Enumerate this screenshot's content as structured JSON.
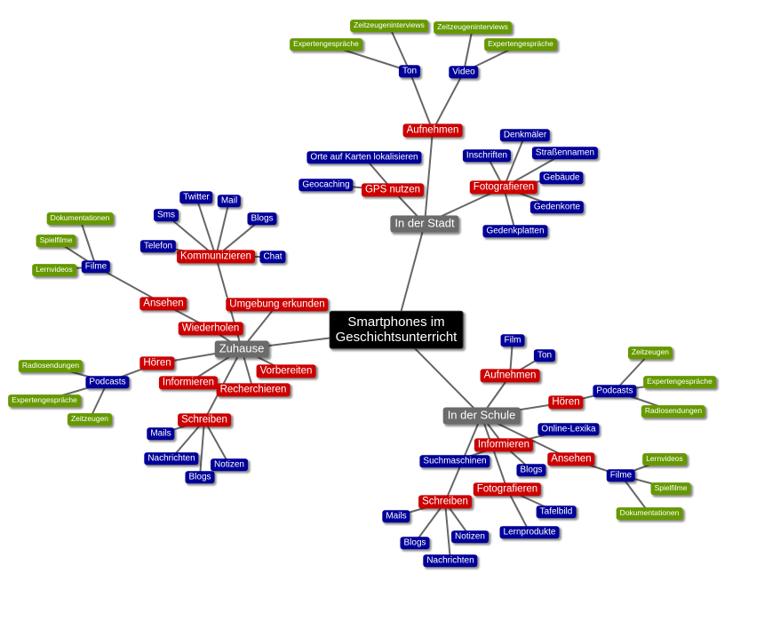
{
  "colors": {
    "root": "#000000",
    "main": "#6b6b6b",
    "level2": "#cc0000",
    "level3": "#000099",
    "level4": "#669900",
    "edge": "#666666"
  },
  "nodes": {
    "root": {
      "label": "Smartphones im\nGeschichtsunterricht",
      "level": "root"
    },
    "stadt": {
      "label": "In der Stadt",
      "level": "main"
    },
    "s_auf": {
      "label": "Aufnehmen",
      "level": "l2"
    },
    "s_ton": {
      "label": "Ton",
      "level": "l3"
    },
    "s_video": {
      "label": "Video",
      "level": "l3"
    },
    "s_ton_exp": {
      "label": "Expertengespräche",
      "level": "l4"
    },
    "s_ton_zz": {
      "label": "Zeitzeugeninterviews",
      "level": "l4"
    },
    "s_vid_zz": {
      "label": "Zeitzeugeninterviews",
      "level": "l4"
    },
    "s_vid_exp": {
      "label": "Expertengespräche",
      "level": "l4"
    },
    "s_gps": {
      "label": "GPS nutzen",
      "level": "l2"
    },
    "s_orte": {
      "label": "Orte auf Karten lokalisieren",
      "level": "l3"
    },
    "s_geo": {
      "label": "Geocaching",
      "level": "l3"
    },
    "s_foto": {
      "label": "Fotografieren",
      "level": "l2"
    },
    "s_insch": {
      "label": "Inschriften",
      "level": "l3"
    },
    "s_denk": {
      "label": "Denkmäler",
      "level": "l3"
    },
    "s_str": {
      "label": "Straßennamen",
      "level": "l3"
    },
    "s_geb": {
      "label": "Gebäude",
      "level": "l3"
    },
    "s_gedo": {
      "label": "Gedenkorte",
      "level": "l3"
    },
    "s_gedp": {
      "label": "Gedenkplatten",
      "level": "l3"
    },
    "zuhause": {
      "label": "Zuhause",
      "level": "main"
    },
    "z_umg": {
      "label": "Umgebung erkunden",
      "level": "l2"
    },
    "z_wie": {
      "label": "Wiederholen",
      "level": "l2"
    },
    "z_ans": {
      "label": "Ansehen",
      "level": "l2"
    },
    "z_filme": {
      "label": "Filme",
      "level": "l3"
    },
    "z_doku": {
      "label": "Dokumentationen",
      "level": "l4"
    },
    "z_spiel": {
      "label": "Spielfilme",
      "level": "l4"
    },
    "z_lern": {
      "label": "Lernvideos",
      "level": "l4"
    },
    "z_komm": {
      "label": "Kommunizieren",
      "level": "l2"
    },
    "z_tel": {
      "label": "Telefon",
      "level": "l3"
    },
    "z_sms": {
      "label": "Sms",
      "level": "l3"
    },
    "z_tw": {
      "label": "Twitter",
      "level": "l3"
    },
    "z_mail": {
      "label": "Mail",
      "level": "l3"
    },
    "z_blogs1": {
      "label": "Blogs",
      "level": "l3"
    },
    "z_chat": {
      "label": "Chat",
      "level": "l3"
    },
    "z_hoe": {
      "label": "Hören",
      "level": "l2"
    },
    "z_pod": {
      "label": "Podcasts",
      "level": "l3"
    },
    "z_radio": {
      "label": "Radiosendungen",
      "level": "l4"
    },
    "z_exp": {
      "label": "Expertengespräche",
      "level": "l4"
    },
    "z_zz": {
      "label": "Zeitzeugen",
      "level": "l4"
    },
    "z_inf": {
      "label": "Informieren",
      "level": "l2"
    },
    "z_rech": {
      "label": "Recherchieren",
      "level": "l2"
    },
    "z_vorb": {
      "label": "Vorbereiten",
      "level": "l2"
    },
    "z_schr": {
      "label": "Schreiben",
      "level": "l2"
    },
    "z_mails": {
      "label": "Mails",
      "level": "l3"
    },
    "z_nachr": {
      "label": "Nachrichten",
      "level": "l3"
    },
    "z_blogs2": {
      "label": "Blogs",
      "level": "l3"
    },
    "z_notiz": {
      "label": "Notizen",
      "level": "l3"
    },
    "schule": {
      "label": "In der Schule",
      "level": "main"
    },
    "c_auf": {
      "label": "Aufnehmen",
      "level": "l2"
    },
    "c_film": {
      "label": "Film",
      "level": "l3"
    },
    "c_ton": {
      "label": "Ton",
      "level": "l3"
    },
    "c_hoe": {
      "label": "Hören",
      "level": "l2"
    },
    "c_pod": {
      "label": "Podcasts",
      "level": "l3"
    },
    "c_zz": {
      "label": "Zeitzeugen",
      "level": "l4"
    },
    "c_exp": {
      "label": "Expertengespräche",
      "level": "l4"
    },
    "c_radio": {
      "label": "Radiosendungen",
      "level": "l4"
    },
    "c_inf": {
      "label": "Informieren",
      "level": "l2"
    },
    "c_lex": {
      "label": "Online-Lexika",
      "level": "l3"
    },
    "c_blogs1": {
      "label": "Blogs",
      "level": "l3"
    },
    "c_such": {
      "label": "Suchmaschinen",
      "level": "l3"
    },
    "c_ans": {
      "label": "Ansehen",
      "level": "l2"
    },
    "c_filme": {
      "label": "Filme",
      "level": "l3"
    },
    "c_lern": {
      "label": "Lernvideos",
      "level": "l4"
    },
    "c_spiel": {
      "label": "Spielfilme",
      "level": "l4"
    },
    "c_doku": {
      "label": "Dokumentationen",
      "level": "l4"
    },
    "c_foto": {
      "label": "Fotografieren",
      "level": "l2"
    },
    "c_tafel": {
      "label": "Tafelbild",
      "level": "l3"
    },
    "c_lernp": {
      "label": "Lernprodukte",
      "level": "l3"
    },
    "c_schr": {
      "label": "Schreiben",
      "level": "l2"
    },
    "c_mails": {
      "label": "Mails",
      "level": "l3"
    },
    "c_blogs2": {
      "label": "Blogs",
      "level": "l3"
    },
    "c_notiz": {
      "label": "Notizen",
      "level": "l3"
    },
    "c_nachr": {
      "label": "Nachrichten",
      "level": "l3"
    }
  },
  "edges": [
    [
      "root",
      "stadt"
    ],
    [
      "stadt",
      "s_auf"
    ],
    [
      "s_auf",
      "s_ton"
    ],
    [
      "s_auf",
      "s_video"
    ],
    [
      "s_ton",
      "s_ton_exp"
    ],
    [
      "s_ton",
      "s_ton_zz"
    ],
    [
      "s_video",
      "s_vid_zz"
    ],
    [
      "s_video",
      "s_vid_exp"
    ],
    [
      "stadt",
      "s_gps"
    ],
    [
      "s_gps",
      "s_orte"
    ],
    [
      "s_gps",
      "s_geo"
    ],
    [
      "stadt",
      "s_foto"
    ],
    [
      "s_foto",
      "s_insch"
    ],
    [
      "s_foto",
      "s_denk"
    ],
    [
      "s_foto",
      "s_str"
    ],
    [
      "s_foto",
      "s_geb"
    ],
    [
      "s_foto",
      "s_gedo"
    ],
    [
      "s_foto",
      "s_gedp"
    ],
    [
      "root",
      "zuhause"
    ],
    [
      "zuhause",
      "z_umg"
    ],
    [
      "zuhause",
      "z_wie"
    ],
    [
      "z_wie",
      "z_ans"
    ],
    [
      "z_ans",
      "z_filme"
    ],
    [
      "z_filme",
      "z_doku"
    ],
    [
      "z_filme",
      "z_spiel"
    ],
    [
      "z_filme",
      "z_lern"
    ],
    [
      "zuhause",
      "z_komm"
    ],
    [
      "z_komm",
      "z_tel"
    ],
    [
      "z_komm",
      "z_sms"
    ],
    [
      "z_komm",
      "z_tw"
    ],
    [
      "z_komm",
      "z_mail"
    ],
    [
      "z_komm",
      "z_blogs1"
    ],
    [
      "z_komm",
      "z_chat"
    ],
    [
      "zuhause",
      "z_hoe"
    ],
    [
      "z_hoe",
      "z_pod"
    ],
    [
      "z_pod",
      "z_radio"
    ],
    [
      "z_pod",
      "z_exp"
    ],
    [
      "z_pod",
      "z_zz"
    ],
    [
      "zuhause",
      "z_inf"
    ],
    [
      "zuhause",
      "z_rech"
    ],
    [
      "zuhause",
      "z_vorb"
    ],
    [
      "zuhause",
      "z_schr"
    ],
    [
      "z_schr",
      "z_mails"
    ],
    [
      "z_schr",
      "z_nachr"
    ],
    [
      "z_schr",
      "z_blogs2"
    ],
    [
      "z_schr",
      "z_notiz"
    ],
    [
      "root",
      "schule"
    ],
    [
      "schule",
      "c_auf"
    ],
    [
      "c_auf",
      "c_film"
    ],
    [
      "c_auf",
      "c_ton"
    ],
    [
      "schule",
      "c_hoe"
    ],
    [
      "c_hoe",
      "c_pod"
    ],
    [
      "c_pod",
      "c_zz"
    ],
    [
      "c_pod",
      "c_exp"
    ],
    [
      "c_pod",
      "c_radio"
    ],
    [
      "schule",
      "c_inf"
    ],
    [
      "c_inf",
      "c_lex"
    ],
    [
      "c_inf",
      "c_blogs1"
    ],
    [
      "c_inf",
      "c_such"
    ],
    [
      "schule",
      "c_ans"
    ],
    [
      "c_ans",
      "c_filme"
    ],
    [
      "c_filme",
      "c_lern"
    ],
    [
      "c_filme",
      "c_spiel"
    ],
    [
      "c_filme",
      "c_doku"
    ],
    [
      "schule",
      "c_foto"
    ],
    [
      "c_foto",
      "c_tafel"
    ],
    [
      "c_foto",
      "c_lernp"
    ],
    [
      "schule",
      "c_schr"
    ],
    [
      "c_schr",
      "c_mails"
    ],
    [
      "c_schr",
      "c_blogs2"
    ],
    [
      "c_schr",
      "c_notiz"
    ],
    [
      "c_schr",
      "c_nachr"
    ]
  ]
}
